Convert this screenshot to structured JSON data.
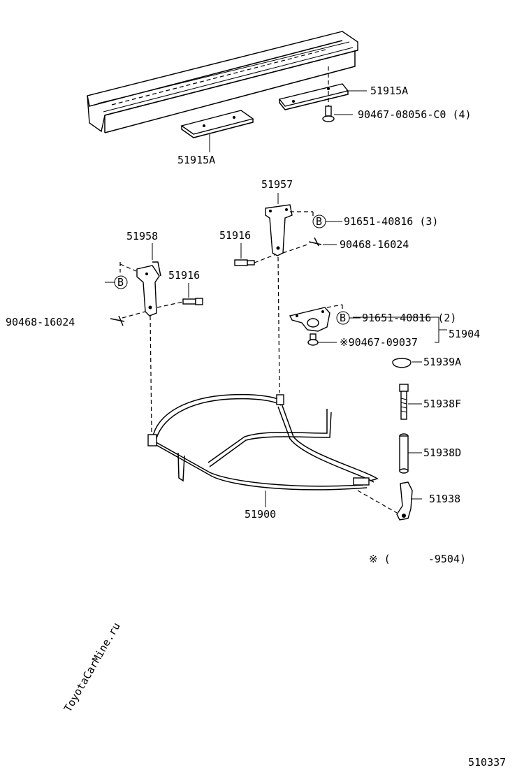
{
  "watermark": "ToyotaCarMine.ru",
  "diagram_code": "510337",
  "footnote": "※ (      -9504)",
  "bolt_marker": "B",
  "labels": {
    "bracket_right": "51915A",
    "bolt_top": "90467-08056-C0 (4)",
    "bracket_left": "51915A",
    "hanger_right": "51957",
    "bolt_b1": "91651-40816 (3)",
    "bolt_51916_right": "51916",
    "pin_right": "90468-16024",
    "hanger_left": "51958",
    "bolt_51916_left": "51916",
    "pin_left": "90468-16024",
    "bolt_b2": "91651-40816 (2)",
    "clamp_assy": "51904",
    "screw_marked": "※90467-09037",
    "cap": "51939A",
    "bolt_long": "51938F",
    "sleeve": "51938D",
    "lock": "51938",
    "carrier": "51900"
  }
}
